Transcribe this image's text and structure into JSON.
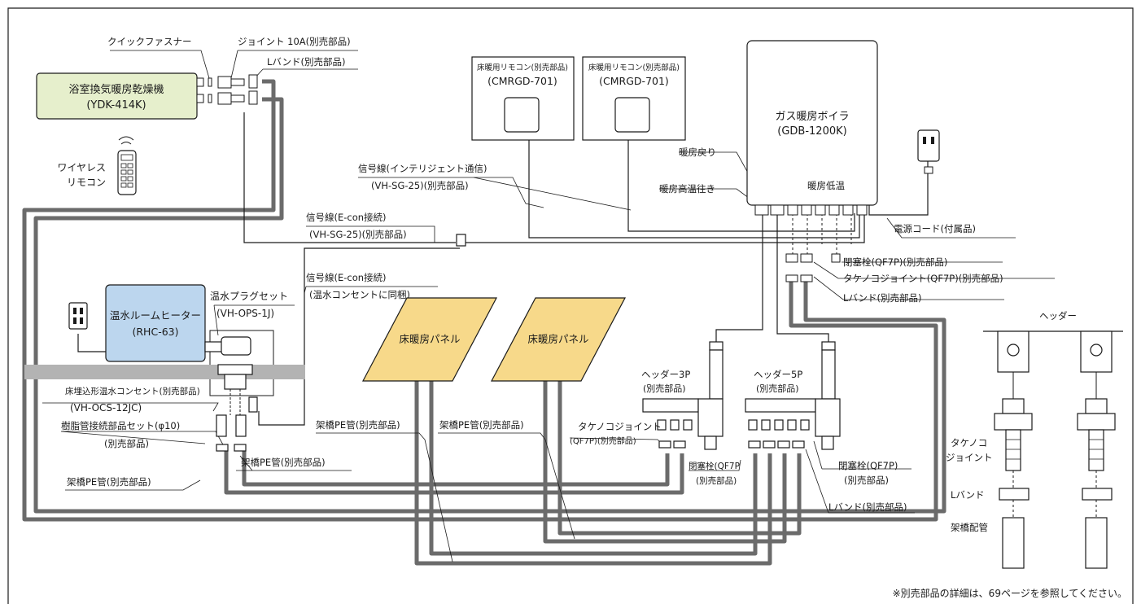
{
  "colors": {
    "bath_dryer": "#e6efcc",
    "room_heater": "#bcd6ee",
    "floor_panel": "#f7d98a",
    "pipe": "#6b6b6b",
    "floor_band": "#b3b3b3"
  },
  "devices": {
    "bath_dryer": {
      "name": "浴室換気暖房乾燥機",
      "model": "(YDK-414K)"
    },
    "boiler": {
      "name": "ガス暖房ボイラ",
      "model": "(GDB-1200K)"
    },
    "remote1": {
      "name": "床暖用リモコン(別売部品)",
      "model": "(CMRGD-701)"
    },
    "remote2": {
      "name": "床暖用リモコン(別売部品)",
      "model": "(CMRGD-701)"
    },
    "room_heater": {
      "name": "温水ルームヒーター",
      "model": "(RHC-63)"
    },
    "wireless_remote": {
      "line1": "ワイヤレス",
      "line2": "リモコン"
    },
    "panel1": "床暖房パネル",
    "panel2": "床暖房パネル"
  },
  "labels": {
    "quick_fastener": "クイックファスナー",
    "joint_10a": "ジョイント 10A(別売部品)",
    "l_band_top": "Lバンド(別売部品)",
    "signal_intelligent": "信号線(インテリジェント通信)",
    "signal_intelligent_model": "(VH-SG-25)(別売部品)",
    "signal_econ": "信号線(E-con接続)",
    "signal_econ_model": "(VH-SG-25)(別売部品)",
    "signal_econ2": "信号線(E-con接続)",
    "signal_econ2_note": "(温水コンセントに同梱)",
    "hot_water_plug": "温水プラグセット",
    "hot_water_plug_model": "(VH-OPS-1J)",
    "floor_outlet": "床埋込形温水コンセント(別売部品)",
    "floor_outlet_model": "(VH-OCS-12JC)",
    "resin_pipe_set": "樹脂管接続部品セット(φ10)",
    "resin_pipe_set_note": "(別売部品)",
    "pe_pipe_left": "架橋PE管(別売部品)",
    "pe_pipe_mid1": "架橋PE管(別売部品)",
    "pe_pipe_mid2": "架橋PE管(別売部品)",
    "pe_pipe_mid3": "架橋PE管(別売部品)",
    "heating_return": "暖房戻り",
    "heating_high": "暖房高温往き",
    "heating_low": "暖房低温",
    "power_cord": "電源コード(付属品)",
    "plug_qf7p": "閉塞栓(QF7P)(別売部品)",
    "takenoko_qf7p": "タケノコジョイント(QF7P)(別売部品)",
    "l_band_right": "Lバンド(別売部品)",
    "header_3p": "ヘッダー3P",
    "header_3p_note": "(別売部品)",
    "header_5p": "ヘッダー5P",
    "header_5p_note": "(別売部品)",
    "takenoko_mid": "タケノコジョイント",
    "takenoko_mid_model": "(QF7P)(別売部品)",
    "plug_mid": "閉塞栓(QF7P",
    "plug_mid_note": "(別売部品)",
    "plug_right": "閉塞栓(QF7P)",
    "plug_right_note": "(別売部品)",
    "l_band_bottom": "Lバンド(別売部品)"
  },
  "detail": {
    "title": "ヘッダー",
    "takenoko_line1": "タケノコ",
    "takenoko_line2": "ジョイント",
    "l_band": "Lバンド",
    "pipe": "架橋配管"
  },
  "footnote": "※別売部品の詳細は、69ページを参照してください。"
}
